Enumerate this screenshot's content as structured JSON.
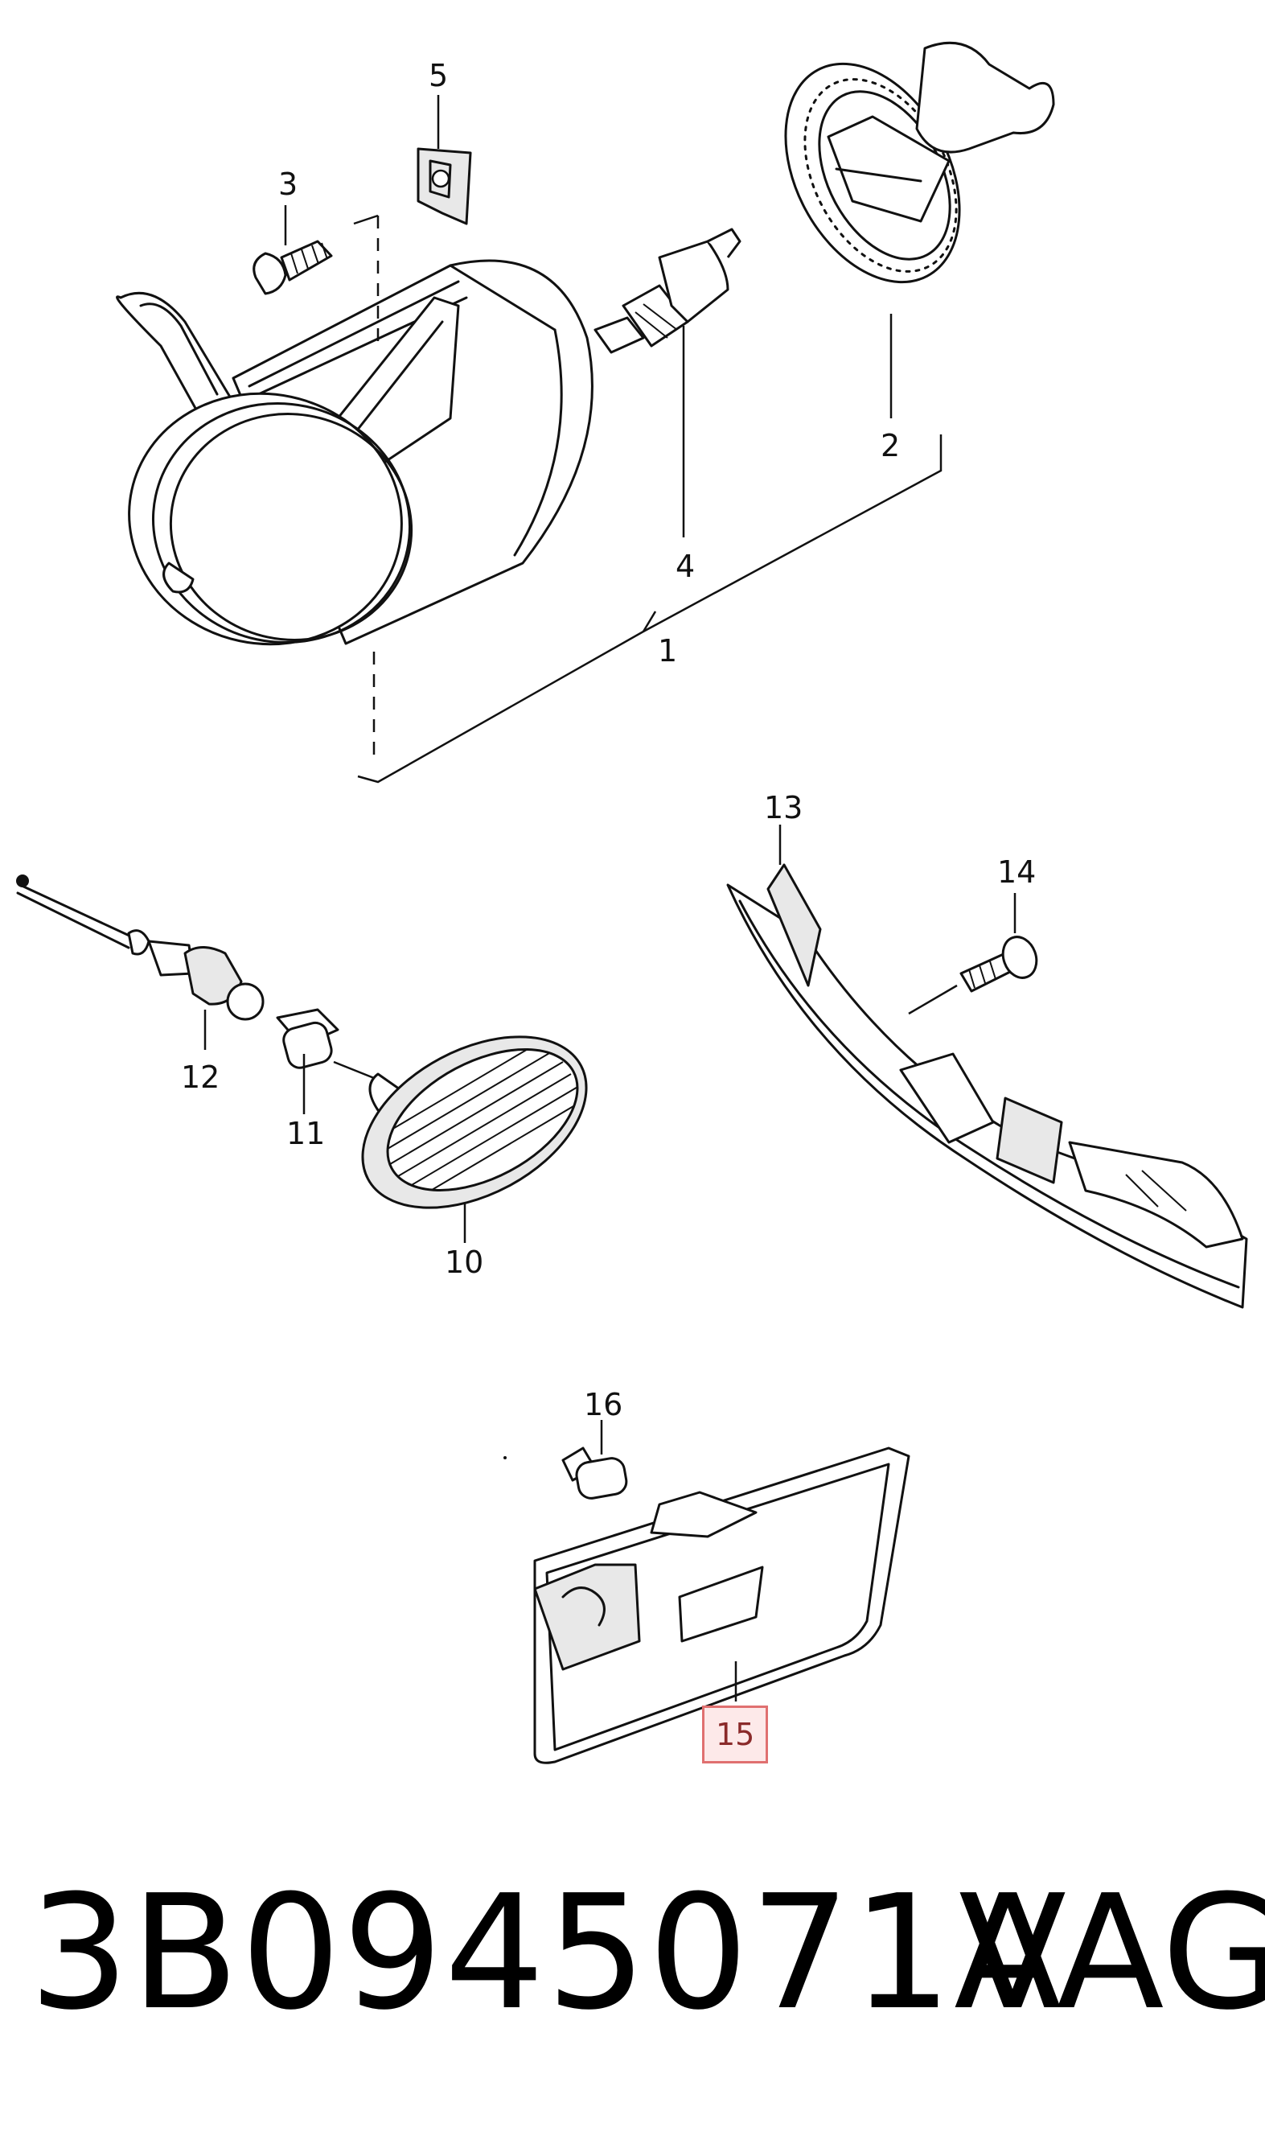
{
  "callouts": {
    "c1": "1",
    "c2": "2",
    "c3": "3",
    "c4": "4",
    "c5": "5",
    "c10": "10",
    "c11": "11",
    "c12": "12",
    "c13": "13",
    "c14": "14",
    "c15": "15",
    "c16": "16"
  },
  "highlighted_callout": "15",
  "highlight_colors": {
    "border": "#e07070",
    "fill": "#fde9e9"
  },
  "part_number": "3B0945071A",
  "brand": "VAG"
}
